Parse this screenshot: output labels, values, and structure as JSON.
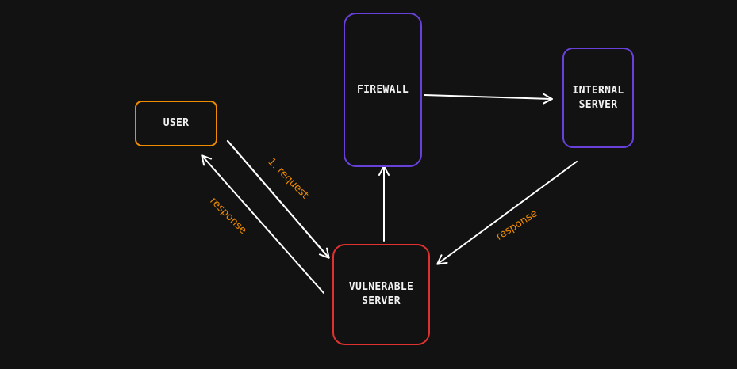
{
  "nodes": {
    "user": "USER",
    "firewall": "FIREWALL",
    "internal_server": "INTERNAL\nSERVER",
    "vulnerable_server": "VULNERABLE\nSERVER"
  },
  "edges": {
    "request_label": "1. request",
    "response_left_label": "response",
    "response_right_label": "response"
  },
  "colors": {
    "background": "#121212",
    "user_border": "#f08c00",
    "firewall_border": "#6741d9",
    "internal_border": "#6741d9",
    "vulnerable_border": "#e03131",
    "arrow": "#ffffff",
    "edge_label": "#f08c00"
  }
}
